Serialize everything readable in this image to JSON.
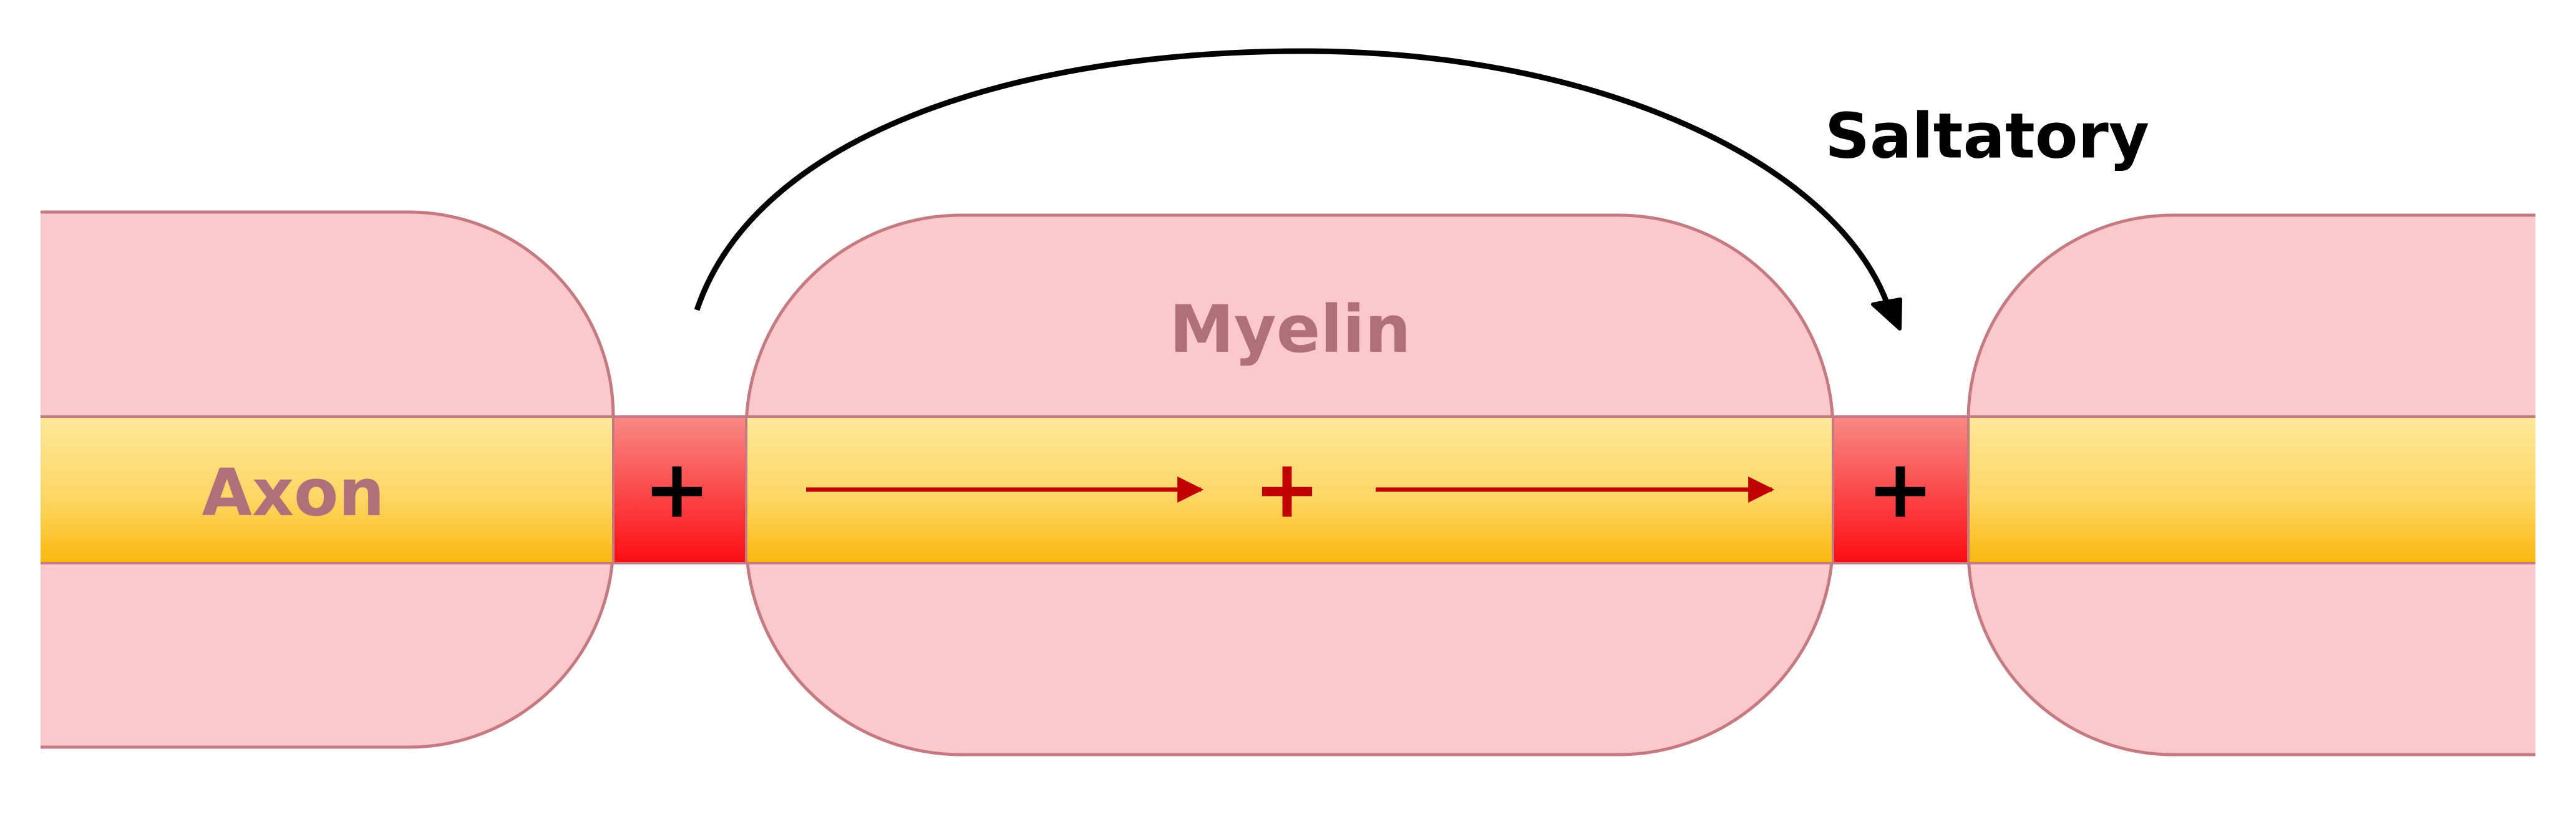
{
  "labels": {
    "axon": "Axon",
    "myelin": "Myelin",
    "saltatory": "Saltatory",
    "node_charge": "+",
    "internode_charge": "+"
  },
  "colors": {
    "myelin_fill": "#fbc9cb",
    "myelin_stroke": "#c47a80",
    "label_text": "#b07079",
    "axon_top": "#fde89a",
    "axon_mid": "#fdd765",
    "axon_bottom": "#fbb80e",
    "node_top": "#f98a86",
    "node_bottom": "#fd0c12",
    "node_stroke": "#c47a80",
    "charge_dark": "#000000",
    "charge_red": "#c00000",
    "arrow_red": "#c00000",
    "jump_arrow": "#000000"
  }
}
